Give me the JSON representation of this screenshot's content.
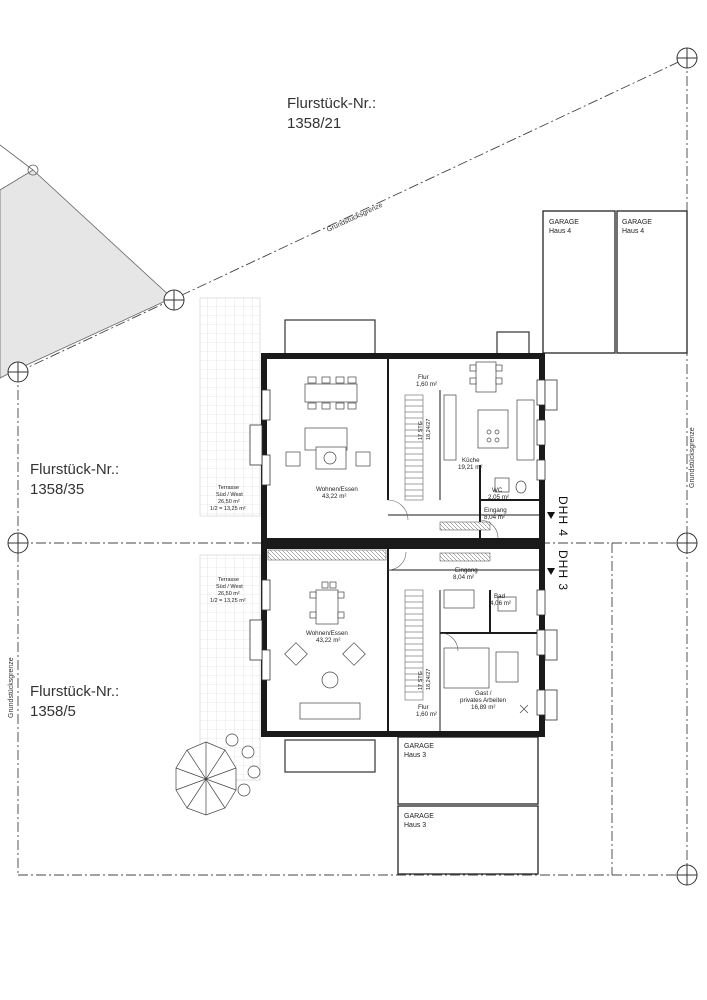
{
  "parcels": {
    "north": {
      "label": "Flurstück-Nr.:",
      "number": "1358/21"
    },
    "middle": {
      "label": "Flurstück-Nr.:",
      "number": "1358/35"
    },
    "south": {
      "label": "Flurstück-Nr.:",
      "number": "1358/5"
    }
  },
  "boundary_label": "Grundstücksgrenze",
  "house4": {
    "tag": "DHH 4",
    "flur": {
      "name": "Flur",
      "area": "1,60 m²"
    },
    "kueche": {
      "name": "Küche",
      "area": "19,21 m²"
    },
    "wc": {
      "name": "WC",
      "area": "2,05 m²"
    },
    "eingang": {
      "name": "Eingang",
      "area": "8,04 m²"
    },
    "wohnen": {
      "name": "Wohnen/Essen",
      "area": "43,22 m²"
    },
    "terrasse": {
      "l1": "Terrasse",
      "l2": "Süd / West",
      "l3": "26,50 m²",
      "l4": "1/2 = 13,25 m²"
    },
    "stairs": {
      "l1": "17 STG",
      "l2": "18,24/27"
    },
    "garages": [
      {
        "l1": "GARAGE",
        "l2": "Haus 4"
      },
      {
        "l1": "GARAGE",
        "l2": "Haus 4"
      }
    ]
  },
  "house3": {
    "tag": "DHH 3",
    "eingang": {
      "name": "Eingang",
      "area": "8,04 m²"
    },
    "bad": {
      "name": "Bad",
      "area": "4,06 m²"
    },
    "wohnen": {
      "name": "Wohnen/Essen",
      "area": "43,22 m²"
    },
    "gast": {
      "l1": "Gast /",
      "l2": "privates Arbeiten",
      "l3": "16,89 m²"
    },
    "flur": {
      "name": "Flur",
      "area": "1,60 m²"
    },
    "terrasse": {
      "l1": "Terrasse",
      "l2": "Süd / West",
      "l3": "26,50 m²",
      "l4": "1/2 = 13,25 m²"
    },
    "stairs": {
      "l1": "17 STG",
      "l2": "18,24/27"
    },
    "garages": [
      {
        "l1": "GARAGE",
        "l2": "Haus 3"
      },
      {
        "l1": "GARAGE",
        "l2": "Haus 3"
      }
    ]
  },
  "colors": {
    "wall": "#1a1a1a",
    "line": "#444444",
    "neighbor_fill": "#e6e6e6",
    "terrace_grid": "#cfcfcf"
  }
}
